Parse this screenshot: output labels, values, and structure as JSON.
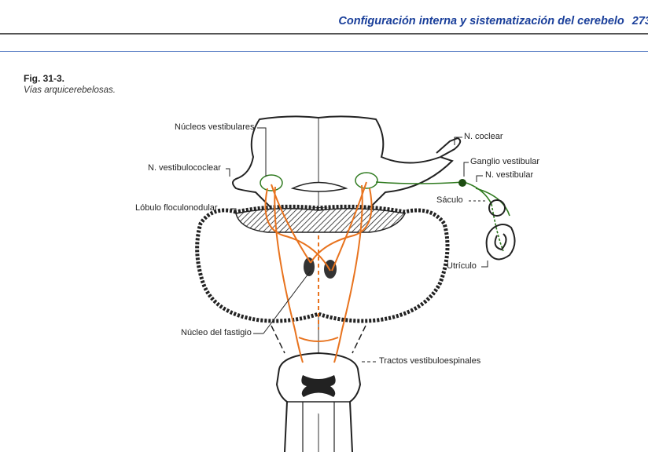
{
  "header": {
    "title": "Configuración interna y sistematización del cerebelo",
    "page_number": "273"
  },
  "figure": {
    "number": "Fig. 31-3.",
    "caption": "Vías arquicerebelosas.",
    "labels": {
      "nucleos_vestibulares": "Núcleos vestibulares",
      "n_vestibulococlear": "N. vestibulococlear",
      "lobulo_floculonodular": "Lóbulo floculonodular",
      "nucleo_fastigio": "Núcleo del fastigio",
      "tractos": "Tractos vestibuloespinales",
      "n_coclear": "N. coclear",
      "ganglio": "Ganglio vestibular",
      "n_vestibular": "N. vestibular",
      "saculo": "Sáculo",
      "utriculo": "Utrículo"
    },
    "colors": {
      "pathway": "#e8731e",
      "afferent": "#2f7a1f"
    }
  }
}
